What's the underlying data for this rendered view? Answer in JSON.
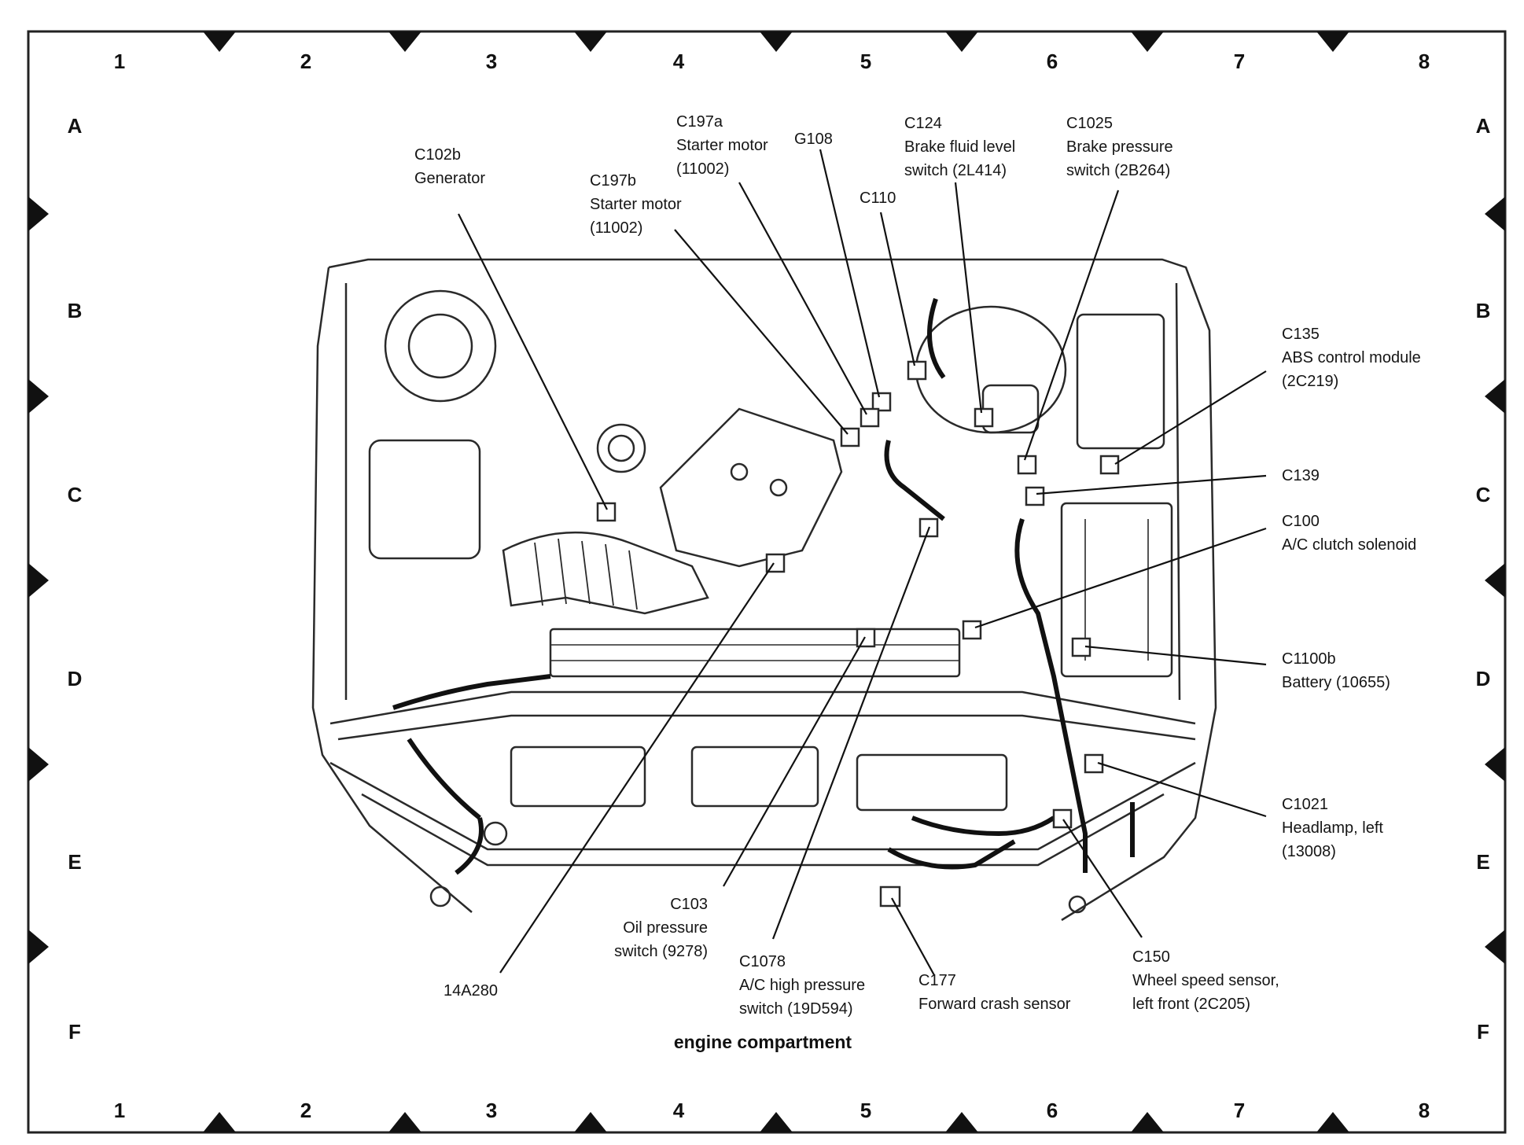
{
  "grid": {
    "columns": [
      "1",
      "2",
      "3",
      "4",
      "5",
      "6",
      "7",
      "8"
    ],
    "rows": [
      "A",
      "B",
      "C",
      "D",
      "E",
      "F"
    ]
  },
  "caption": "engine compartment",
  "callouts": {
    "c102b": {
      "id": "C102b",
      "desc": "Generator"
    },
    "c197b": {
      "id": "C197b",
      "desc1": "Starter motor",
      "desc2": "(11002)"
    },
    "c197a": {
      "id": "C197a",
      "desc1": "Starter motor",
      "desc2": "(11002)"
    },
    "g108": {
      "id": "G108"
    },
    "c110": {
      "id": "C110"
    },
    "c124": {
      "id": "C124",
      "desc1": "Brake fluid level",
      "desc2": "switch (2L414)"
    },
    "c1025": {
      "id": "C1025",
      "desc1": "Brake pressure",
      "desc2": "switch (2B264)"
    },
    "c135": {
      "id": "C135",
      "desc1": "ABS control module",
      "desc2": "(2C219)"
    },
    "c139": {
      "id": "C139"
    },
    "c100": {
      "id": "C100",
      "desc": "A/C clutch solenoid"
    },
    "c1100b": {
      "id": "C1100b",
      "desc": "Battery (10655)"
    },
    "c1021": {
      "id": "C1021",
      "desc1": "Headlamp, left",
      "desc2": "(13008)"
    },
    "c150": {
      "id": "C150",
      "desc1": "Wheel speed sensor,",
      "desc2": "left front (2C205)"
    },
    "c177": {
      "id": "C177",
      "desc": "Forward crash sensor"
    },
    "c1078": {
      "id": "C1078",
      "desc1": "A/C high pressure",
      "desc2": "switch (19D594)"
    },
    "c103": {
      "id": "C103",
      "desc1": "Oil pressure",
      "desc2": "switch (9278)"
    },
    "p14a280": {
      "id": "14A280"
    }
  }
}
